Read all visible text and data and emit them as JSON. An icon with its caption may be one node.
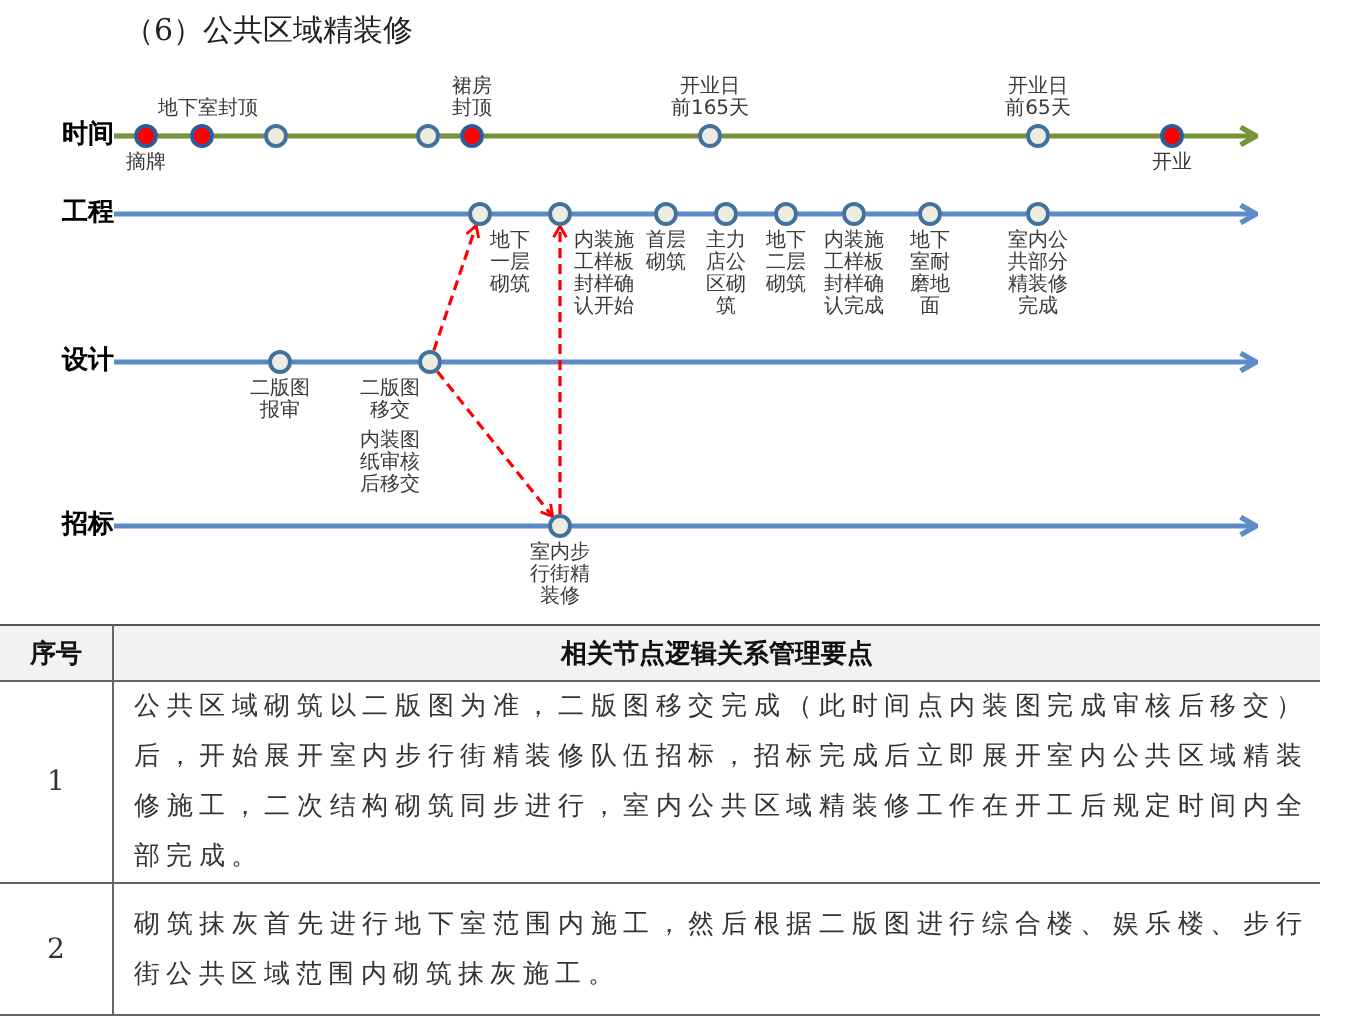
{
  "diagram": {
    "title": "（6）公共区域精装修",
    "nodes": [
      {
        "text": [
          "时间"
        ]
      },
      {
        "text": [
          "摘牌"
        ]
      },
      {
        "text": [
          "地下室封顶"
        ]
      },
      {
        "text": [],
        "shape": "circle"
      },
      {
        "text": [],
        "shape": "circle"
      },
      {
        "text": [
          "裙房封顶"
        ]
      },
      {
        "text": [
          "开业日前165天"
        ]
      },
      {
        "text": [
          "开业日前65天"
        ]
      },
      {
        "text": [
          "开业"
        ]
      },
      {
        "text": [
          "工程"
        ]
      },
      {
        "text": [
          "地下一层砌筑"
        ]
      },
      {
        "text": [
          "内装施工样板封样确认开始"
        ]
      },
      {
        "text": [
          "首层砌筑"
        ]
      },
      {
        "text": [
          "主力店公区砌筑"
        ]
      },
      {
        "text": [
          "地下二层砌筑"
        ]
      },
      {
        "text": [
          "内装施工样板封样确认完成"
        ]
      },
      {
        "text": [
          "地下室耐磨地面"
        ]
      },
      {
        "text": [
          "室内公共部分精装修完成"
        ]
      },
      {
        "text": [
          "设计"
        ]
      },
      {
        "text": [
          "二版图报审"
        ]
      },
      {
        "text": [
          "二版图移交"
        ],
        "beside": [
          "内装图纸审核后移交"
        ]
      },
      {
        "text": [
          "招标"
        ]
      },
      {
        "text": [
          "室内步行街精装修"
        ]
      }
    ],
    "edges": [
      {
        "from": 0,
        "to": 1,
        "arrow": "none",
        "color": "#77933c"
      },
      {
        "from": 1,
        "to": 2,
        "arrow": "none",
        "color": "#77933c"
      },
      {
        "from": 2,
        "to": 3,
        "arrow": "none",
        "color": "#77933c"
      },
      {
        "from": 3,
        "to": 4,
        "arrow": "none",
        "color": "#77933c"
      },
      {
        "from": 4,
        "to": 5,
        "arrow": "none",
        "color": "#77933c"
      },
      {
        "from": 5,
        "to": 6,
        "arrow": "none",
        "color": "#77933c"
      },
      {
        "from": 6,
        "to": 7,
        "arrow": "none",
        "color": "#77933c"
      },
      {
        "from": 7,
        "to": 8,
        "arrow": "none",
        "color": "#77933c"
      },
      {
        "from": 8,
        "to": null,
        "arrow": "to",
        "color": "#77933c"
      },
      {
        "from": 9,
        "to": 10,
        "arrow": "none"
      },
      {
        "from": 10,
        "to": 11,
        "arrow": "none"
      },
      {
        "from": 11,
        "to": 12,
        "arrow": "none"
      },
      {
        "from": 12,
        "to": 13,
        "arrow": "none"
      },
      {
        "from": 13,
        "to": 14,
        "arrow": "none"
      },
      {
        "from": 14,
        "to": 15,
        "arrow": "none"
      },
      {
        "from": 15,
        "to": 16,
        "arrow": "none"
      },
      {
        "from": 16,
        "to": 17,
        "arrow": "none"
      },
      {
        "from": 17,
        "to": null,
        "arrow": "to"
      },
      {
        "from": 18,
        "to": 19,
        "arrow": "none"
      },
      {
        "from": 19,
        "to": 20,
        "arrow": "none"
      },
      {
        "from": 20,
        "to": null,
        "arrow": "to"
      },
      {
        "from": 21,
        "to": 22,
        "arrow": "none"
      },
      {
        "from": 22,
        "to": null,
        "arrow": "to"
      },
      {
        "from": 20,
        "to": 10,
        "arrow": "to",
        "style": "dashed",
        "color": "#ff0000"
      },
      {
        "from": 20,
        "to": 22,
        "arrow": "to",
        "style": "dashed",
        "color": "#ff0000"
      },
      {
        "from": 22,
        "to": 11,
        "arrow": "to",
        "style": "dashed",
        "color": "#ff0000"
      }
    ],
    "labels": [
      "序号",
      "相关节点逻辑关系管理要点",
      "1",
      "公共区域砌筑以二版图为准，二版图移交完成（此时间点内装图完成审核后移交）后，开始展开室内步行街精装修队伍招标，招标完成后立即展开室内公共区域精装修施工，二次结构砌筑同步进行，室内公共区域精装修工作在开工后规定时间内全部完成。",
      "2",
      "砌筑抹灰首先进行地下室范围内施工，然后根据二版图进行综合楼、娱乐楼、步行街公共区域范围内砌筑抹灰施工。"
    ]
  }
}
